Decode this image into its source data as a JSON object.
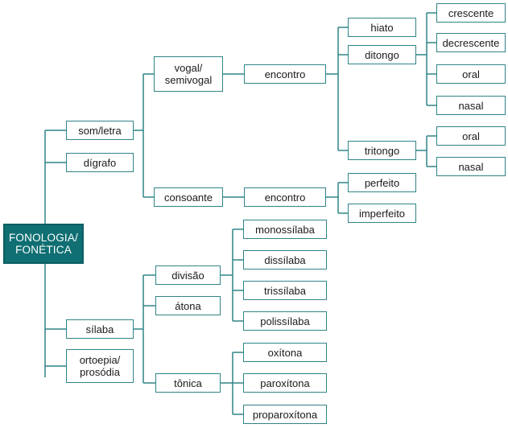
{
  "colors": {
    "line": "#2f8486",
    "box_border": "#2f8486",
    "root_bg": "#0f6f72",
    "root_text": "#ffffff",
    "text": "#1a1a1a"
  },
  "nodes": {
    "root": "FONOLOGIA/\nFONÉTICA",
    "som_letra": "som/letra",
    "digrafo": "dígrafo",
    "silaba": "sílaba",
    "ortoepia": "ortoepia/\nprosódia",
    "vogal_semivogal": "vogal/\nsemivogal",
    "consoante": "consoante",
    "encontro_vogal": "encontro",
    "encontro_consoante": "encontro",
    "hiato": "hiato",
    "ditongo": "ditongo",
    "tritongo": "tritongo",
    "crescente": "crescente",
    "decrescente": "decrescente",
    "ditongo_oral": "oral",
    "ditongo_nasal": "nasal",
    "tritongo_oral": "oral",
    "tritongo_nasal": "nasal",
    "perfeito": "perfeito",
    "imperfeito": "imperfeito",
    "divisao": "divisão",
    "atona": "átona",
    "tonica": "tônica",
    "monossilaba": "monossílaba",
    "dissilaba": "dissílaba",
    "trissilaba": "trissílaba",
    "polissilaba": "polissílaba",
    "oxitona": "oxítona",
    "paroxitona": "paroxítona",
    "proparoxitona": "proparoxítona"
  }
}
